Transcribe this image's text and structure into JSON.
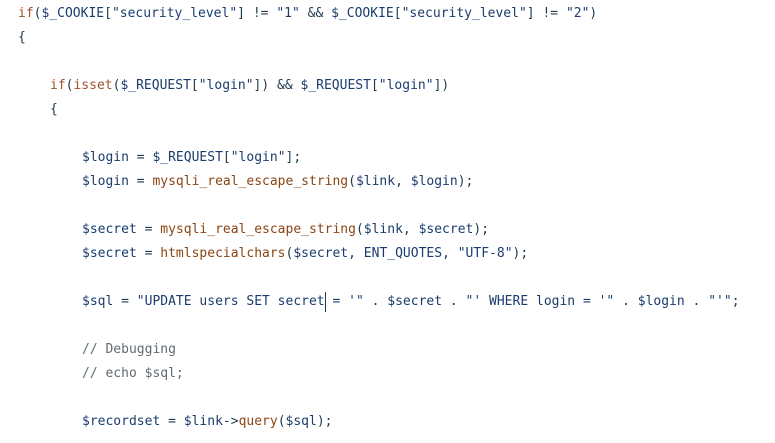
{
  "code": {
    "lines": [
      {
        "indent": 0,
        "tokens": [
          {
            "t": "kw",
            "v": "if"
          },
          {
            "t": "op",
            "v": "("
          },
          {
            "t": "var",
            "v": "$_COOKIE"
          },
          {
            "t": "op",
            "v": "["
          },
          {
            "t": "str",
            "v": "\"security_level\""
          },
          {
            "t": "op",
            "v": "] != "
          },
          {
            "t": "str",
            "v": "\"1\""
          },
          {
            "t": "op",
            "v": " && "
          },
          {
            "t": "var",
            "v": "$_COOKIE"
          },
          {
            "t": "op",
            "v": "["
          },
          {
            "t": "str",
            "v": "\"security_level\""
          },
          {
            "t": "op",
            "v": "] != "
          },
          {
            "t": "str",
            "v": "\"2\""
          },
          {
            "t": "op",
            "v": ")"
          }
        ]
      },
      {
        "indent": 0,
        "tokens": [
          {
            "t": "op",
            "v": "{"
          }
        ]
      },
      {
        "indent": 0,
        "tokens": []
      },
      {
        "indent": 1,
        "tokens": [
          {
            "t": "kw",
            "v": "if"
          },
          {
            "t": "op",
            "v": "("
          },
          {
            "t": "kw",
            "v": "isset"
          },
          {
            "t": "op",
            "v": "("
          },
          {
            "t": "var",
            "v": "$_REQUEST"
          },
          {
            "t": "op",
            "v": "["
          },
          {
            "t": "str",
            "v": "\"login\""
          },
          {
            "t": "op",
            "v": "]) && "
          },
          {
            "t": "var",
            "v": "$_REQUEST"
          },
          {
            "t": "op",
            "v": "["
          },
          {
            "t": "str",
            "v": "\"login\""
          },
          {
            "t": "op",
            "v": "])"
          }
        ]
      },
      {
        "indent": 1,
        "tokens": [
          {
            "t": "op",
            "v": "{"
          }
        ]
      },
      {
        "indent": 1,
        "tokens": []
      },
      {
        "indent": 2,
        "tokens": [
          {
            "t": "var",
            "v": "$login"
          },
          {
            "t": "op",
            "v": " = "
          },
          {
            "t": "var",
            "v": "$_REQUEST"
          },
          {
            "t": "op",
            "v": "["
          },
          {
            "t": "str",
            "v": "\"login\""
          },
          {
            "t": "op",
            "v": "];"
          }
        ]
      },
      {
        "indent": 2,
        "tokens": [
          {
            "t": "var",
            "v": "$login"
          },
          {
            "t": "op",
            "v": " = "
          },
          {
            "t": "fn",
            "v": "mysqli_real_escape_string"
          },
          {
            "t": "op",
            "v": "("
          },
          {
            "t": "var",
            "v": "$link"
          },
          {
            "t": "op",
            "v": ", "
          },
          {
            "t": "var",
            "v": "$login"
          },
          {
            "t": "op",
            "v": ");"
          }
        ]
      },
      {
        "indent": 2,
        "tokens": []
      },
      {
        "indent": 2,
        "tokens": [
          {
            "t": "var",
            "v": "$secret"
          },
          {
            "t": "op",
            "v": " = "
          },
          {
            "t": "fn",
            "v": "mysqli_real_escape_string"
          },
          {
            "t": "op",
            "v": "("
          },
          {
            "t": "var",
            "v": "$link"
          },
          {
            "t": "op",
            "v": ", "
          },
          {
            "t": "var",
            "v": "$secret"
          },
          {
            "t": "op",
            "v": ");"
          }
        ]
      },
      {
        "indent": 2,
        "tokens": [
          {
            "t": "var",
            "v": "$secret"
          },
          {
            "t": "op",
            "v": " = "
          },
          {
            "t": "fn",
            "v": "htmlspecialchars"
          },
          {
            "t": "op",
            "v": "("
          },
          {
            "t": "var",
            "v": "$secret"
          },
          {
            "t": "op",
            "v": ", "
          },
          {
            "t": "var",
            "v": "ENT_QUOTES"
          },
          {
            "t": "op",
            "v": ", "
          },
          {
            "t": "str",
            "v": "\"UTF-8\""
          },
          {
            "t": "op",
            "v": ");"
          }
        ]
      },
      {
        "indent": 2,
        "tokens": []
      },
      {
        "indent": 2,
        "tokens": [
          {
            "t": "var",
            "v": "$sql"
          },
          {
            "t": "op",
            "v": " = "
          },
          {
            "t": "str",
            "v": "\"UPDATE users SET secret"
          },
          {
            "t": "cursor",
            "v": ""
          },
          {
            "t": "str",
            "v": " = '\""
          },
          {
            "t": "op",
            "v": " . "
          },
          {
            "t": "var",
            "v": "$secret"
          },
          {
            "t": "op",
            "v": " . "
          },
          {
            "t": "str",
            "v": "\"' WHERE login = '\""
          },
          {
            "t": "op",
            "v": " . "
          },
          {
            "t": "var",
            "v": "$login"
          },
          {
            "t": "op",
            "v": " . "
          },
          {
            "t": "str",
            "v": "\"'\""
          },
          {
            "t": "op",
            "v": ";"
          }
        ]
      },
      {
        "indent": 2,
        "tokens": []
      },
      {
        "indent": 2,
        "tokens": [
          {
            "t": "cm",
            "v": "// Debugging"
          }
        ]
      },
      {
        "indent": 2,
        "tokens": [
          {
            "t": "cm",
            "v": "// echo $sql;"
          }
        ]
      },
      {
        "indent": 2,
        "tokens": []
      },
      {
        "indent": 2,
        "tokens": [
          {
            "t": "var",
            "v": "$recordset"
          },
          {
            "t": "op",
            "v": " = "
          },
          {
            "t": "var",
            "v": "$link"
          },
          {
            "t": "op",
            "v": "->"
          },
          {
            "t": "fn",
            "v": "query"
          },
          {
            "t": "op",
            "v": "("
          },
          {
            "t": "var",
            "v": "$sql"
          },
          {
            "t": "op",
            "v": ");"
          }
        ]
      }
    ]
  }
}
